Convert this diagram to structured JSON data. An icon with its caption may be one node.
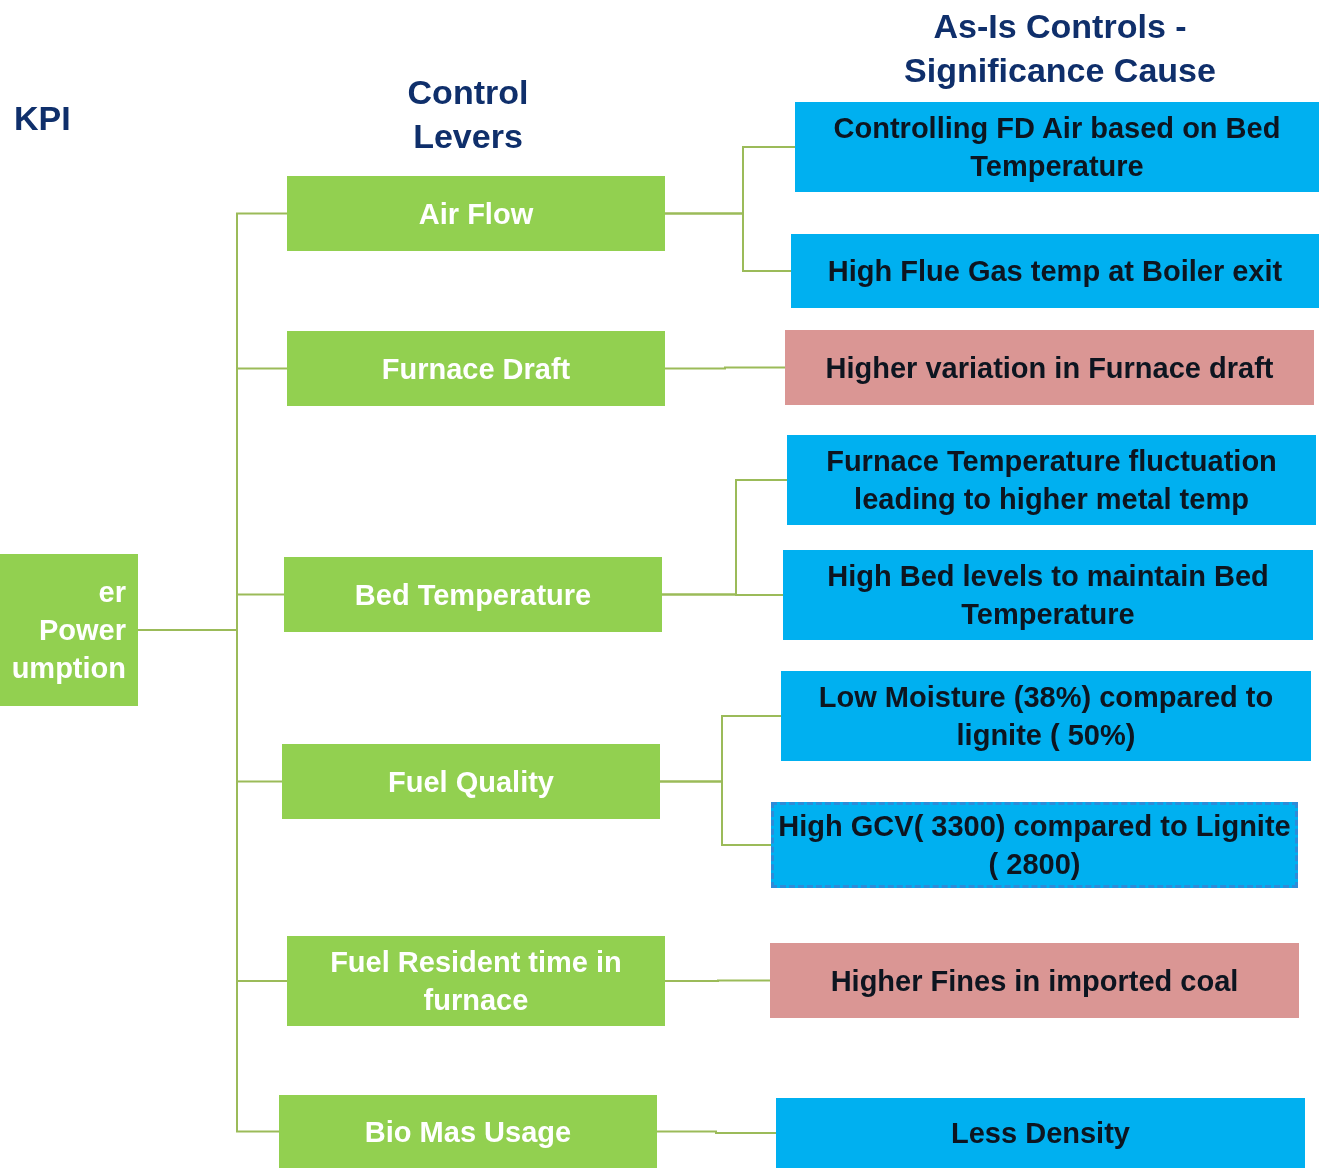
{
  "diagram": {
    "nodes": [
      {
        "text": [
          "er Power umption"
        ]
      },
      {
        "text": [
          "Air Flow"
        ]
      },
      {
        "text": [
          "Furnace Draft"
        ]
      },
      {
        "text": [
          "Bed Temperature"
        ]
      },
      {
        "text": [
          "Fuel Quality"
        ]
      },
      {
        "text": [
          "Fuel Resident time in furnace"
        ]
      },
      {
        "text": [
          "Bio Mas Usage"
        ]
      },
      {
        "text": [
          "Controlling  FD Air based on Bed Temperature"
        ]
      },
      {
        "text": [
          "High Flue Gas temp at Boiler exit"
        ]
      },
      {
        "text": [
          "Higher variation in Furnace draft"
        ]
      },
      {
        "text": [
          "Furnace Temperature fluctuation leading to higher metal temp"
        ]
      },
      {
        "text": [
          "High Bed levels to maintain Bed Temperature"
        ]
      },
      {
        "text": [
          "Low Moisture (38%) compared to lignite ( 50%)"
        ]
      },
      {
        "text": [
          "High GCV( 3300) compared to Lignite ( 2800)"
        ]
      },
      {
        "text": [
          "Higher Fines in imported coal"
        ]
      },
      {
        "text": [
          "Less Density"
        ]
      }
    ],
    "edges": [
      {
        "from": 0,
        "to": 1,
        "arrow": "none"
      },
      {
        "from": 0,
        "to": 2,
        "arrow": "none"
      },
      {
        "from": 0,
        "to": 3,
        "arrow": "none"
      },
      {
        "from": 0,
        "to": 4,
        "arrow": "none"
      },
      {
        "from": 0,
        "to": 5,
        "arrow": "none"
      },
      {
        "from": 0,
        "to": 6,
        "arrow": "none"
      },
      {
        "from": 1,
        "to": 7,
        "arrow": "none"
      },
      {
        "from": 1,
        "to": 8,
        "arrow": "none"
      },
      {
        "from": 2,
        "to": 9,
        "arrow": "none"
      },
      {
        "from": 3,
        "to": 10,
        "arrow": "none"
      },
      {
        "from": 3,
        "to": 11,
        "arrow": "none"
      },
      {
        "from": 4,
        "to": 12,
        "arrow": "none"
      },
      {
        "from": 4,
        "to": 13,
        "arrow": "none"
      },
      {
        "from": 5,
        "to": 14,
        "arrow": "none"
      },
      {
        "from": 6,
        "to": 15,
        "arrow": "none"
      }
    ],
    "labels": [
      "KPI",
      "Control Levers",
      "As-Is Controls - Significance Cause"
    ]
  }
}
